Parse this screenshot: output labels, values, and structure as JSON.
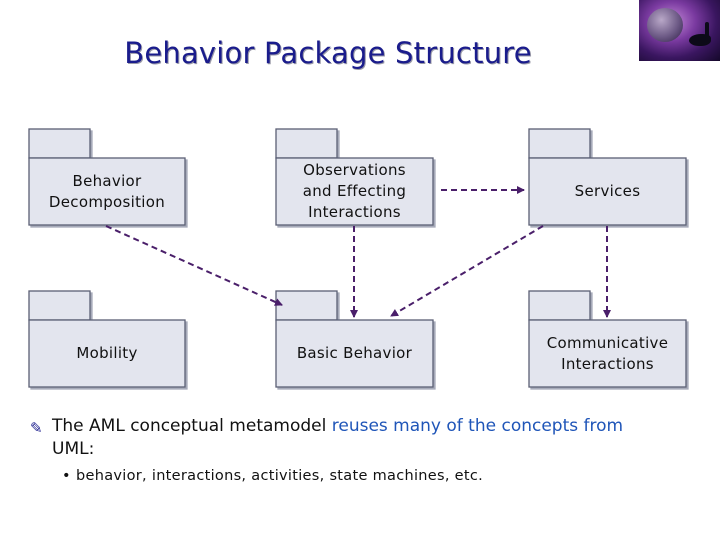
{
  "title": "Behavior Package Structure",
  "packages": {
    "behavior_decomposition": "Behavior\nDecomposition",
    "observations": "Observations\nand Effecting\nInteractions",
    "services": "Services",
    "mobility": "Mobility",
    "basic_behavior": "Basic Behavior",
    "communicative": "Communicative\nInteractions"
  },
  "bullets": {
    "main_prefix": "The AML conceptual metamodel ",
    "main_highlight": "reuses many of the concepts from",
    "main_suffix": " UML:",
    "sub": "behavior, interactions, activities, state machines, etc."
  },
  "icons": {
    "main_bullet": "pencil-icon",
    "sub_bullet": "dot-bullet-icon"
  },
  "colors": {
    "title": "#1a1c8c",
    "highlight": "#1f55b8",
    "package_fill": "#e3e5ee",
    "package_border": "#5a5f74",
    "arrow": "#4a1f6a"
  }
}
